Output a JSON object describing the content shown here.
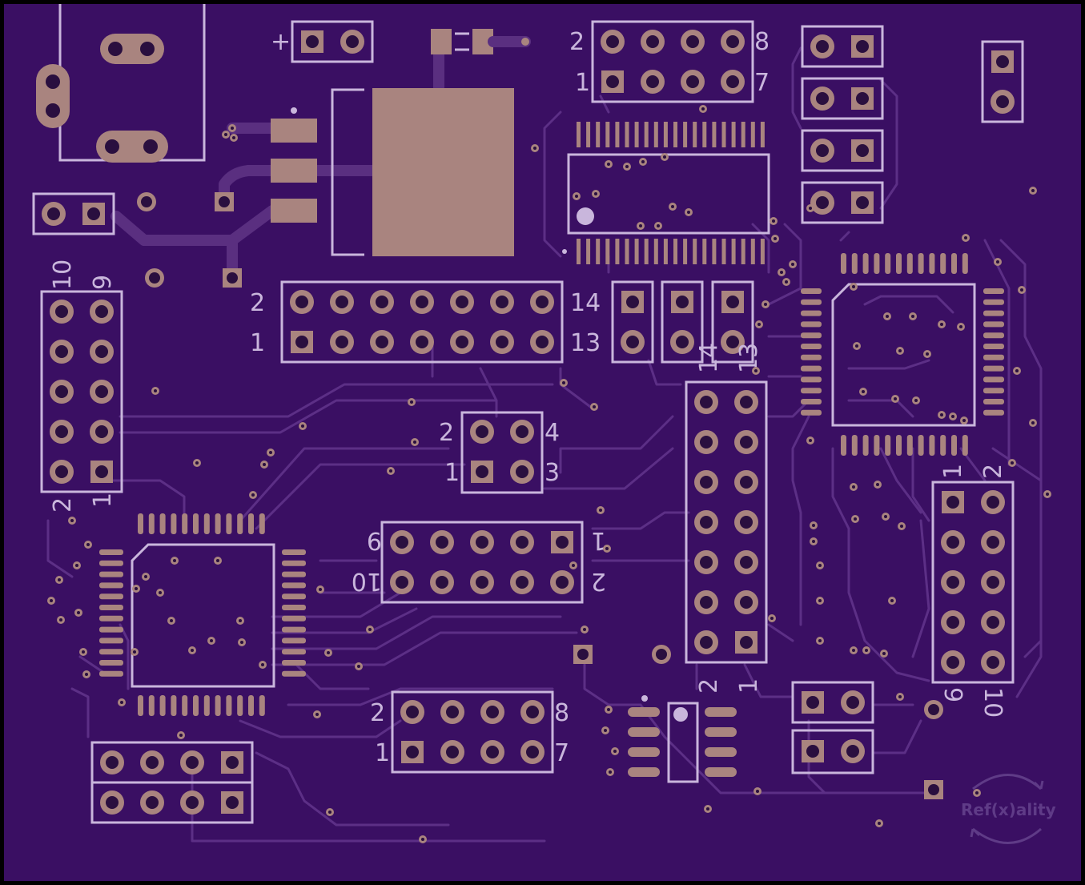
{
  "board": {
    "color": "#3a0f63",
    "silk_color": "#c9b6dc",
    "copper_color": "#a9847f"
  },
  "labels": {
    "plus": "+",
    "hdr8_top_2": "2",
    "hdr8_top_1": "1",
    "hdr8_top_8": "8",
    "hdr8_top_7": "7",
    "hdr14_2": "2",
    "hdr14_1": "1",
    "hdr14_14": "14",
    "hdr14_13": "13",
    "hdr10_left_10": "10",
    "hdr10_left_9": "9",
    "hdr10_left_2": "2",
    "hdr10_left_1": "1",
    "hdr4_2": "2",
    "hdr4_4": "4",
    "hdr4_1": "1",
    "hdr4_3": "3",
    "hdr10_mid_9": "9",
    "hdr10_mid_10": "10",
    "hdr10_mid_1": "1",
    "hdr10_mid_2": "2",
    "hdr14_v_1": "1",
    "hdr14_v_2": "2",
    "hdr14_v_13": "13",
    "hdr14_v_14": "14",
    "hdr10_right_1": "1",
    "hdr10_right_2": "2",
    "hdr10_right_9": "9",
    "hdr10_right_10": "10",
    "hdr8_bot_2": "2",
    "hdr8_bot_1": "1",
    "hdr8_bot_8": "8",
    "hdr8_bot_7": "7"
  },
  "logo": {
    "text": "Ref(x)ality"
  }
}
